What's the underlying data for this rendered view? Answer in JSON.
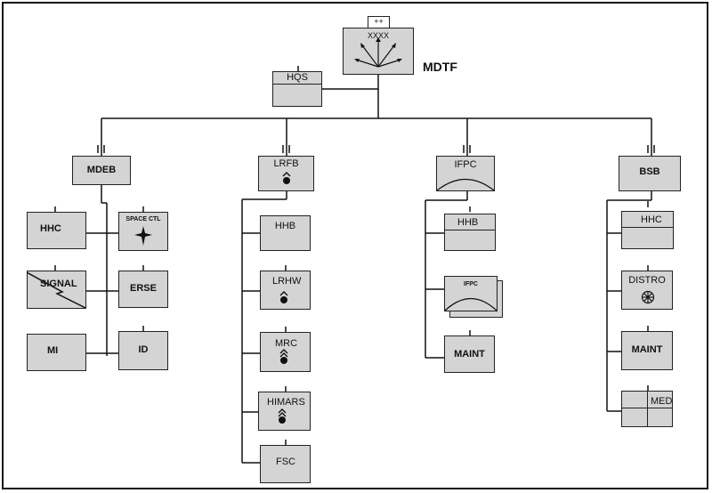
{
  "hq": {
    "echelon": "XXXX",
    "modifier": "++",
    "name": "MDTF"
  },
  "hqs": {
    "label": "HQS"
  },
  "mdeb": {
    "label": "MDEB",
    "units": {
      "hhc": "HHC",
      "space_ctl": "SPACE CTL",
      "signal": "SIGNAL",
      "erse": "ERSE",
      "mi": "MI",
      "id": "ID"
    }
  },
  "lrfb": {
    "label": "LRFB",
    "units": {
      "hhb": "HHB",
      "lrhw": "LRHW",
      "mrc": "MRC",
      "himars": "HIMARS",
      "fsc": "FSC"
    }
  },
  "ifpc": {
    "label": "IFPC",
    "units": {
      "hhb": "HHB",
      "ifpc": "IFPC",
      "maint": "MAINT"
    }
  },
  "bsb": {
    "label": "BSB",
    "units": {
      "hhc": "HHC",
      "distro": "DISTRO",
      "maint": "MAINT",
      "med": "MED"
    }
  }
}
